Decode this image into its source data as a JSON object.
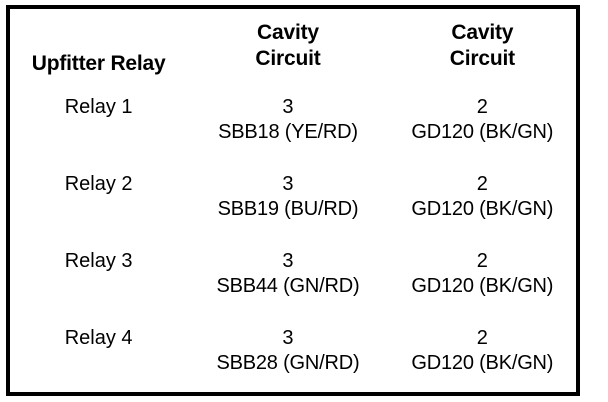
{
  "table": {
    "columns": [
      {
        "id": "upfitter-relay",
        "header_lines": [
          "Upfitter Relay"
        ]
      },
      {
        "id": "cavity-circuit-a",
        "header_lines": [
          "Cavity",
          "Circuit"
        ]
      },
      {
        "id": "cavity-circuit-b",
        "header_lines": [
          "Cavity",
          "Circuit"
        ]
      }
    ],
    "rows": [
      {
        "relay": "Relay 1",
        "cavity_a": {
          "cavity": "3",
          "circuit": "SBB18 (YE/RD)"
        },
        "cavity_b": {
          "cavity": "2",
          "circuit": "GD120 (BK/GN)"
        }
      },
      {
        "relay": "Relay 2",
        "cavity_a": {
          "cavity": "3",
          "circuit": "SBB19 (BU/RD)"
        },
        "cavity_b": {
          "cavity": "2",
          "circuit": "GD120 (BK/GN)"
        }
      },
      {
        "relay": "Relay 3",
        "cavity_a": {
          "cavity": "3",
          "circuit": "SBB44 (GN/RD)"
        },
        "cavity_b": {
          "cavity": "2",
          "circuit": "GD120 (BK/GN)"
        }
      },
      {
        "relay": "Relay 4",
        "cavity_a": {
          "cavity": "3",
          "circuit": "SBB28 (GN/RD)"
        },
        "cavity_b": {
          "cavity": "2",
          "circuit": "GD120 (BK/GN)"
        }
      }
    ]
  },
  "colors": {
    "background": "#ffffff",
    "text": "#000000",
    "border": "#000000"
  }
}
